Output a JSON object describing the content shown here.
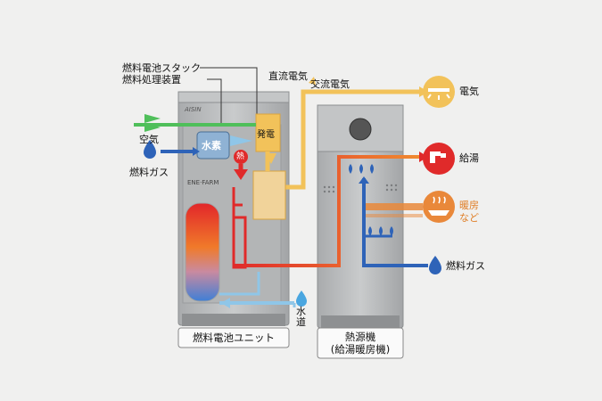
{
  "labels": {
    "stack": "燃料電池スタック",
    "processor": "燃料処理装置",
    "dc": "直流電気",
    "ac": "交流電気",
    "air": "空気",
    "fuel_gas_left": "燃料ガス",
    "hydrogen": "水素",
    "generation": "発電",
    "heat": "熱",
    "water_supply": "水道",
    "electricity": "電気",
    "hot_water": "給湯",
    "heating_line1": "暖房",
    "heating_line2": "など",
    "fuel_gas_right": "燃料ガス",
    "unit_left": "燃料電池ユニット",
    "unit_right_line1": "熱源機",
    "unit_right_line2": "(給湯暖房機)",
    "brand": "AISIN",
    "logo": "ENE·FARM"
  },
  "colors": {
    "electric": "#f2c25a",
    "hot": "#e02a2a",
    "cold": "#2e63b8",
    "warm": "#e9883a",
    "air": "#4fbf5a",
    "unit": "#b9bbbc"
  }
}
